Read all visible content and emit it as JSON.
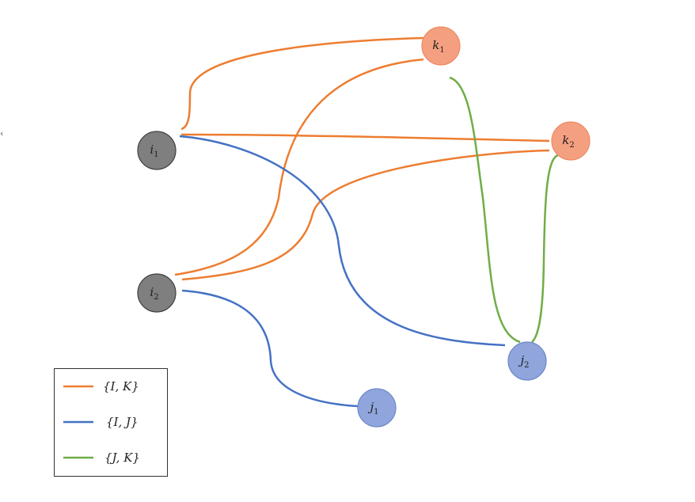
{
  "colors": {
    "ik": "#ED7D31",
    "ij": "#4472C4",
    "jk": "#70AD47",
    "node_i": "#7F7F7F",
    "node_j": "#8FA5DC",
    "node_k": "#F4A080",
    "node_i_stroke": "#404040",
    "node_j_stroke": "#6D87C8",
    "node_k_stroke": "#EE8A63"
  },
  "nodes": [
    {
      "id": "i1",
      "letter": "i",
      "sub": "1",
      "group": "i"
    },
    {
      "id": "i2",
      "letter": "i",
      "sub": "2",
      "group": "i"
    },
    {
      "id": "j1",
      "letter": "j",
      "sub": "1",
      "group": "j"
    },
    {
      "id": "j2",
      "letter": "j",
      "sub": "2",
      "group": "j"
    },
    {
      "id": "k1",
      "letter": "k",
      "sub": "1",
      "group": "k"
    },
    {
      "id": "k2",
      "letter": "k",
      "sub": "2",
      "group": "k"
    }
  ],
  "edges": [
    {
      "from": "i1",
      "to": "k1",
      "set": "ik"
    },
    {
      "from": "i1",
      "to": "k2",
      "set": "ik"
    },
    {
      "from": "i2",
      "to": "k1",
      "set": "ik"
    },
    {
      "from": "i2",
      "to": "k2",
      "set": "ik"
    },
    {
      "from": "i1",
      "to": "j2",
      "set": "ij"
    },
    {
      "from": "i2",
      "to": "j1",
      "set": "ij"
    },
    {
      "from": "k1",
      "to": "j2",
      "set": "jk"
    },
    {
      "from": "k2",
      "to": "j2",
      "set": "jk"
    }
  ],
  "legend": {
    "items": [
      {
        "set": "ik",
        "label": "{I, K}"
      },
      {
        "set": "ij",
        "label": "{I, J}"
      },
      {
        "set": "jk",
        "label": "{J, K}"
      }
    ]
  },
  "stray_mark": "‹"
}
